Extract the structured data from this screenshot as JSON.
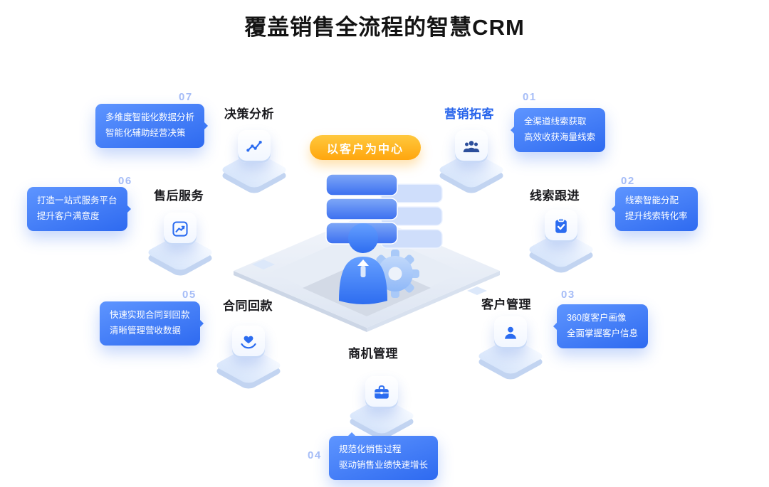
{
  "title": "覆盖销售全流程的智慧CRM",
  "center_badge": "以客户为中心",
  "nodes": [
    {
      "id": "01",
      "label": "营销拓客",
      "icon": "people-group-icon",
      "highlight": true,
      "tips": [
        "全渠道线索获取",
        "高效收获海量线索"
      ]
    },
    {
      "id": "02",
      "label": "线索跟进",
      "icon": "clipboard-check-icon",
      "highlight": false,
      "tips": [
        "线索智能分配",
        "提升线索转化率"
      ]
    },
    {
      "id": "03",
      "label": "客户管理",
      "icon": "customer-person-icon",
      "highlight": false,
      "tips": [
        "360度客户画像",
        "全面掌握客户信息"
      ]
    },
    {
      "id": "04",
      "label": "商机管理",
      "icon": "briefcase-icon",
      "highlight": false,
      "tips": [
        "规范化销售过程",
        "驱动销售业绩快速增长"
      ]
    },
    {
      "id": "05",
      "label": "合同回款",
      "icon": "heart-hands-icon",
      "highlight": false,
      "tips": [
        "快速实现合同到回款",
        "清晰管理营收数据"
      ]
    },
    {
      "id": "06",
      "label": "售后服务",
      "icon": "service-chart-icon",
      "highlight": false,
      "tips": [
        "打造一站式服务平台",
        "提升客户满意度"
      ]
    },
    {
      "id": "07",
      "label": "决策分析",
      "icon": "trend-line-icon",
      "highlight": false,
      "tips": [
        "多维度智能化数据分析",
        "智能化辅助经营决策"
      ]
    }
  ],
  "colors": {
    "accent_blue": "#2f6bf2",
    "highlight_label_blue": "#2563eb",
    "step_number_blue": "#a6bdf7",
    "badge_yellow": "#ffb01f",
    "tooltip_gradient_top": "#5e95ff",
    "tooltip_gradient_bottom": "#2e6af0"
  }
}
